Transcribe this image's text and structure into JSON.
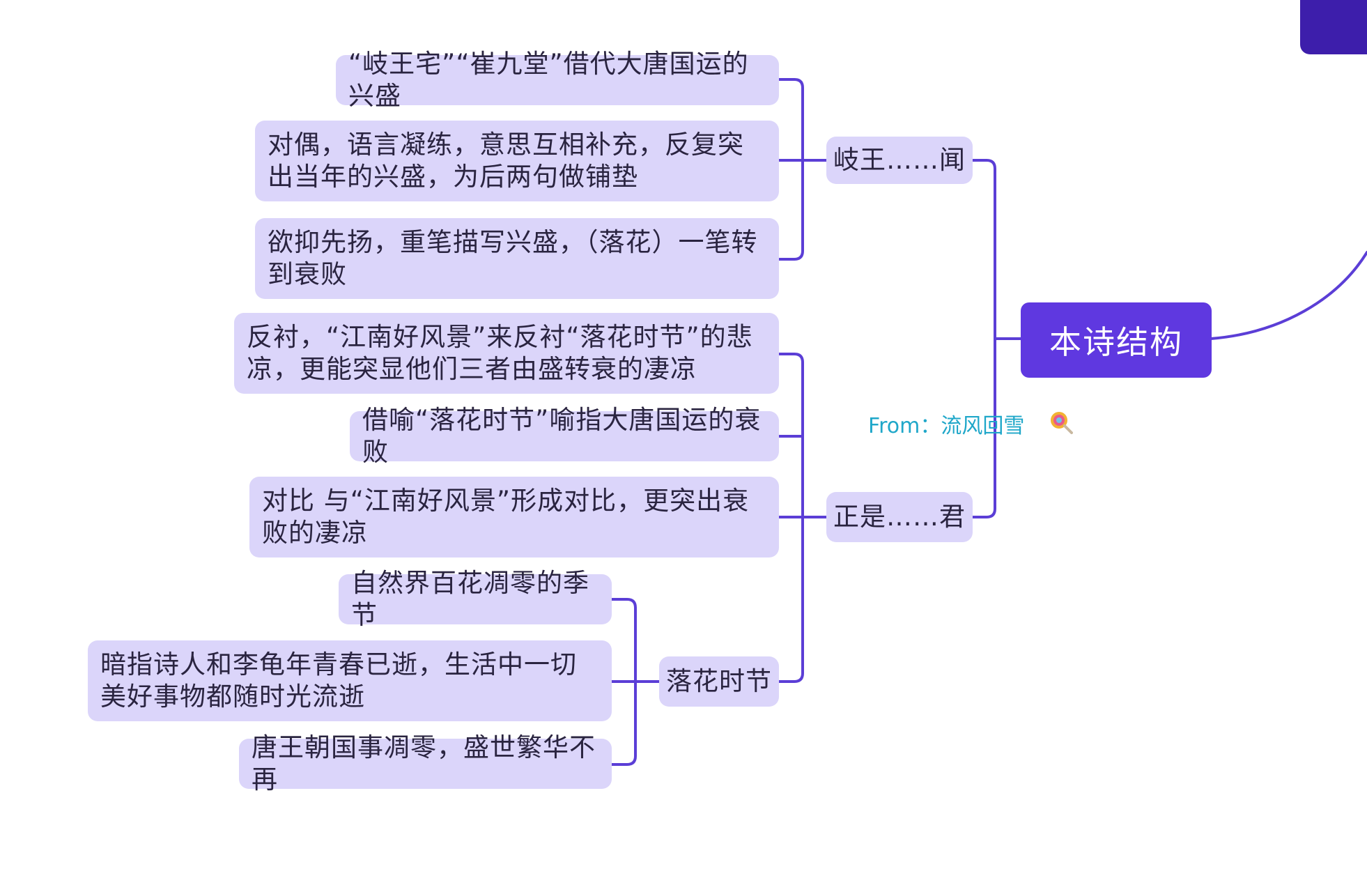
{
  "root": {
    "label": "本诗结构"
  },
  "branches": [
    {
      "label": "岐王……闻",
      "items": [
        "“岐王宅”“崔九堂”借代大唐国运的兴盛",
        "对偶，语言凝练，意思互相补充，反复突出当年的兴盛，为后两句做铺垫",
        "欲抑先扬，重笔描写兴盛，（落花）一笔转到衰败"
      ]
    },
    {
      "label": "正是……君",
      "items": [
        "反衬，“江南好风景”来反衬“落花时节”的悲凉，更能突显他们三者由盛转衰的凄凉",
        "借喻“落花时节”喻指大唐国运的衰败",
        "对比 与“江南好风景”形成对比，更突出衰败的凄凉"
      ],
      "sub": {
        "label": "落花时节",
        "items": [
          "自然界百花凋零的季节",
          "暗指诗人和李龟年青春已逝，生活中一切美好事物都随时光流逝",
          "唐王朝国事凋零，盛世繁华不再"
        ]
      }
    }
  ],
  "credit": "From：流风回雪",
  "colors": {
    "root_fill": "#5f38e0",
    "node_fill": "#dbd5fa",
    "connector": "#5b3ed6",
    "corner": "#3d1eab",
    "credit_text": "#1fa7c9"
  }
}
